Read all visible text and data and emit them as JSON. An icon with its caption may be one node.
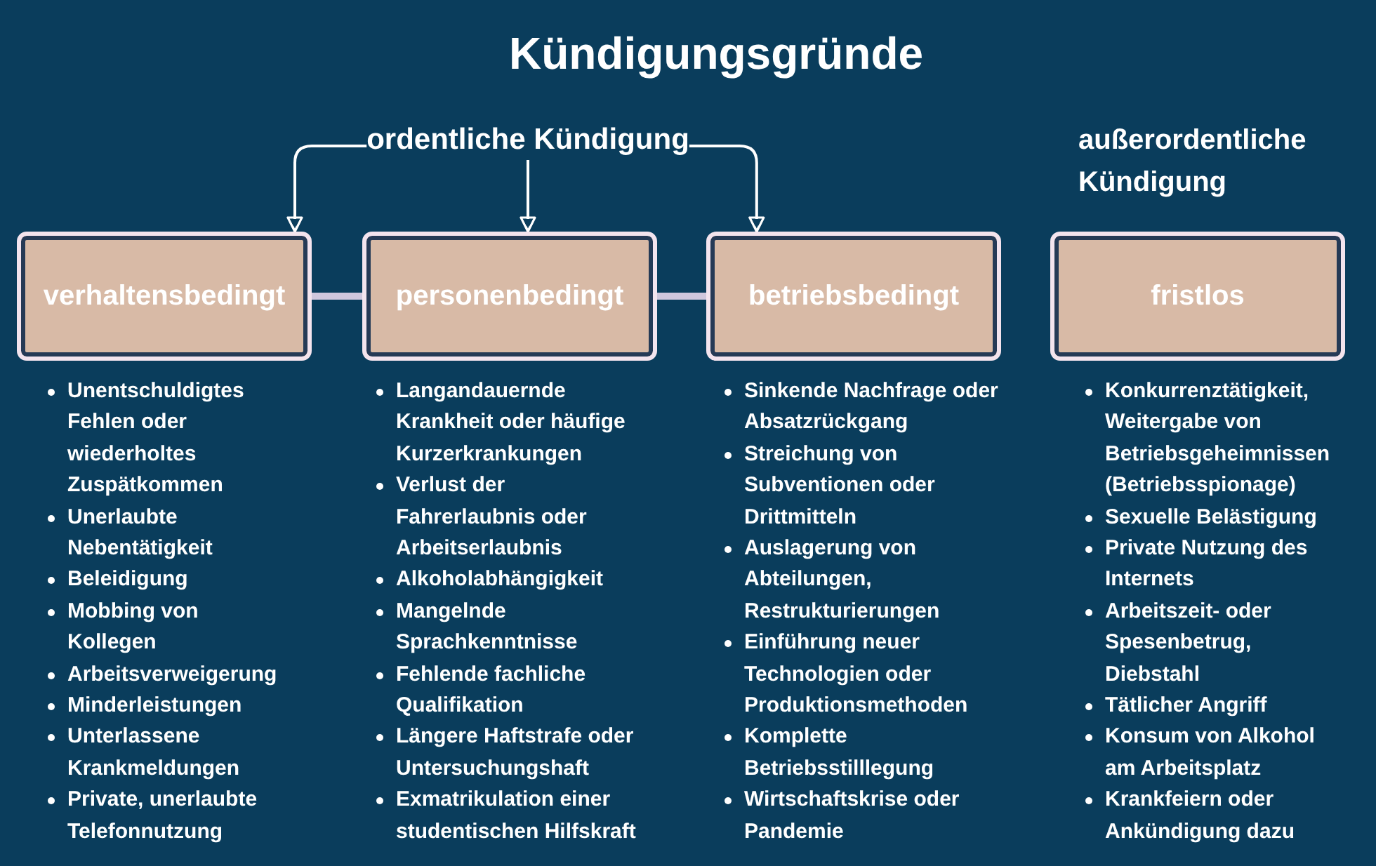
{
  "diagram": {
    "title": "Kündigungsgründe",
    "nodes": [
      {
        "text": [
          "ordentliche Kündigung"
        ]
      },
      {
        "text": [
          "verhaltensbedingt"
        ],
        "beside": [
          "Unentschuldigtes Fehlen oder wiederholtes Zuspätkommen",
          "Unerlaubte Nebentätigkeit",
          "Beleidigung",
          "Mobbing von Kollegen",
          "Arbeitsverweigerung",
          "Minderleistungen",
          "Unterlassene Krankmeldungen",
          "Private, unerlaubte Telefonnutzung"
        ]
      },
      {
        "text": [
          "personenbedingt"
        ],
        "beside": [
          "Langandauernde Krankheit oder häufige Kurzerkrankungen",
          "Verlust der Fahrerlaubnis oder Arbeitserlaubnis",
          "Alkoholabhängigkeit",
          "Mangelnde Sprachkenntnisse",
          "Fehlende fachliche Qualifikation",
          "Längere Haftstrafe oder Untersuchungshaft",
          "Exmatrikulation einer studentischen Hilfskraft"
        ]
      },
      {
        "text": [
          "betriebsbedingt"
        ],
        "beside": [
          "Sinkende Nachfrage oder Absatzrückgang",
          "Streichung von Subventionen oder Drittmitteln",
          "Auslagerung von Abteilungen, Restrukturierungen",
          "Einführung neuer Technologien oder Produktionsmethoden",
          "Komplette Betriebsstilllegung",
          "Wirtschaftskrise oder Pandemie"
        ]
      },
      {
        "text": [
          "fristlos"
        ],
        "beside": [
          "Konkurrenztätigkeit, Weitergabe von Betriebsgeheimnissen (Betriebsspionage)",
          "Sexuelle Belästigung",
          "Private Nutzung des Internets",
          "Arbeitszeit- oder Spesenbetrug, Diebstahl",
          "Tätlicher Angriff",
          "Konsum von Alkohol am Arbeitsplatz",
          "Krankfeiern oder Ankündigung dazu"
        ]
      }
    ],
    "edges": [
      {
        "from": 0,
        "to": 1,
        "arrow": "to"
      },
      {
        "from": 0,
        "to": 2,
        "arrow": "to"
      },
      {
        "from": 0,
        "to": 3,
        "arrow": "to"
      },
      {
        "from": 1,
        "to": 2,
        "arrow": "none",
        "style": "thick",
        "color": "#cfc7dd"
      },
      {
        "from": 2,
        "to": 3,
        "arrow": "none",
        "style": "thick",
        "color": "#cfc7dd"
      }
    ],
    "labels": [
      "außerordentliche Kündigung"
    ]
  }
}
